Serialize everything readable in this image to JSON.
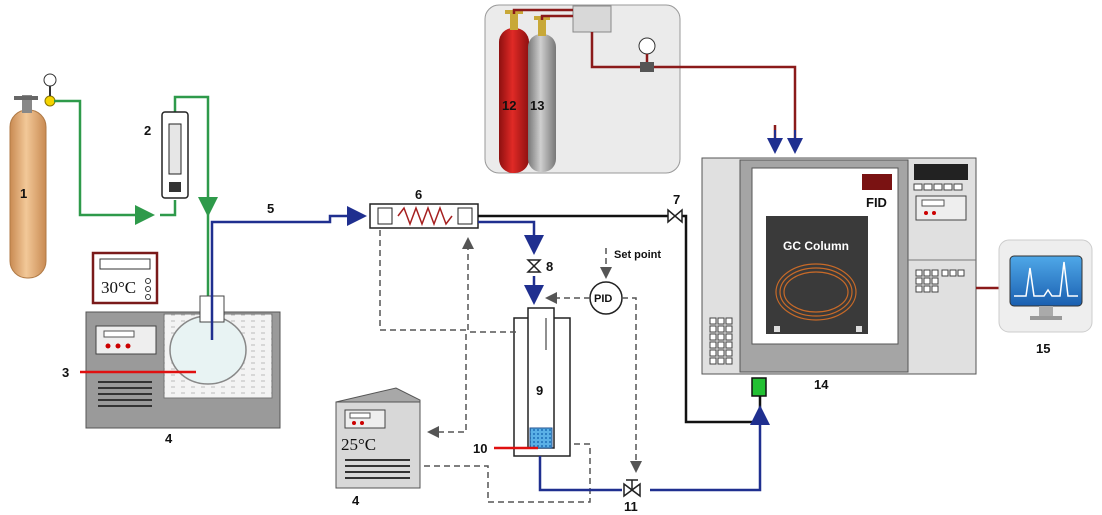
{
  "labels": {
    "n1": "1",
    "n2": "2",
    "n3": "3",
    "n4a": "4",
    "n4b": "4",
    "n5": "5",
    "n6": "6",
    "n7": "7",
    "n8": "8",
    "n9": "9",
    "n10": "10",
    "n11": "11",
    "n12": "12",
    "n13": "13",
    "n14": "14",
    "n15": "15"
  },
  "bath_temp": "30°C",
  "chiller_temp": "25°C",
  "pid_label": "PID",
  "set_point_label": "Set point",
  "fid_label": "FID",
  "gc_column_label": "GC Column",
  "colors": {
    "green_line": "#2e9a4a",
    "blue_line": "#1f2f8f",
    "black_line": "#111111",
    "dark_red_line": "#8b1a1a",
    "red_marker": "#e01010",
    "cylinder_tan": "#e8b27a",
    "cylinder_red": "#c0201e",
    "cylinder_gray": "#9a9a9a"
  }
}
